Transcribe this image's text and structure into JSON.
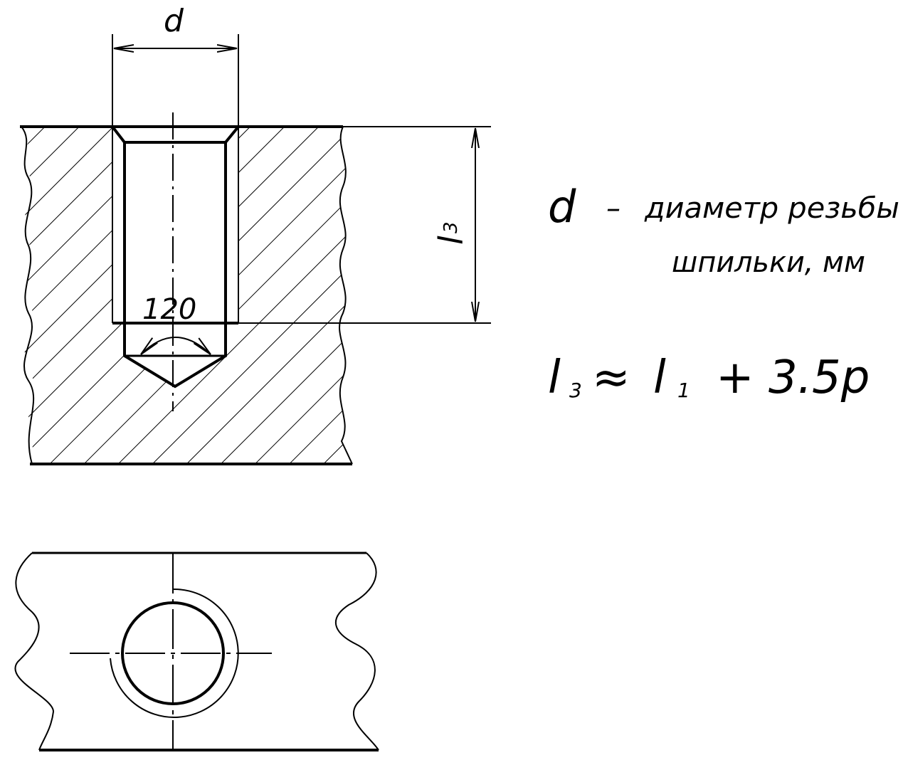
{
  "figure": {
    "section_view": {
      "dim_diameter_label": "d",
      "dim_depth_label": "l",
      "dim_depth_subscript": "3",
      "angle_label": "120"
    },
    "legend": {
      "symbol": "d",
      "dash": "–",
      "line1": "диаметр резьбы",
      "line2": "шпильки, мм"
    },
    "formula": {
      "lhs": "l",
      "lhs_sub": "3",
      "approx": "≈",
      "rhs": "l",
      "rhs_sub": "1",
      "tail": "+ 3.5p"
    }
  },
  "colors": {
    "ink": "#000000",
    "paper": "#ffffff"
  }
}
